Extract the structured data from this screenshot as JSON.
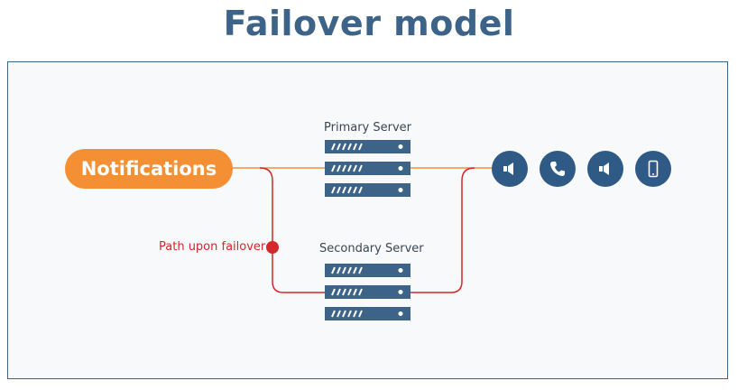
{
  "title": "Failover model",
  "source": {
    "label": "Notifications"
  },
  "servers": {
    "primary_label": "Primary Server",
    "secondary_label": "Secondary Server"
  },
  "failover": {
    "label": "Path upon failover"
  },
  "devices": [
    {
      "icon": "speaker-icon"
    },
    {
      "icon": "phone-icon"
    },
    {
      "icon": "speaker-icon"
    },
    {
      "icon": "mobile-icon"
    }
  ],
  "colors": {
    "title": "#3d6389",
    "notifications": "#f58f33",
    "primary_path": "#f58f33",
    "failover_path": "#d4282b",
    "server": "#3d6389",
    "device": "#2f5a86"
  }
}
